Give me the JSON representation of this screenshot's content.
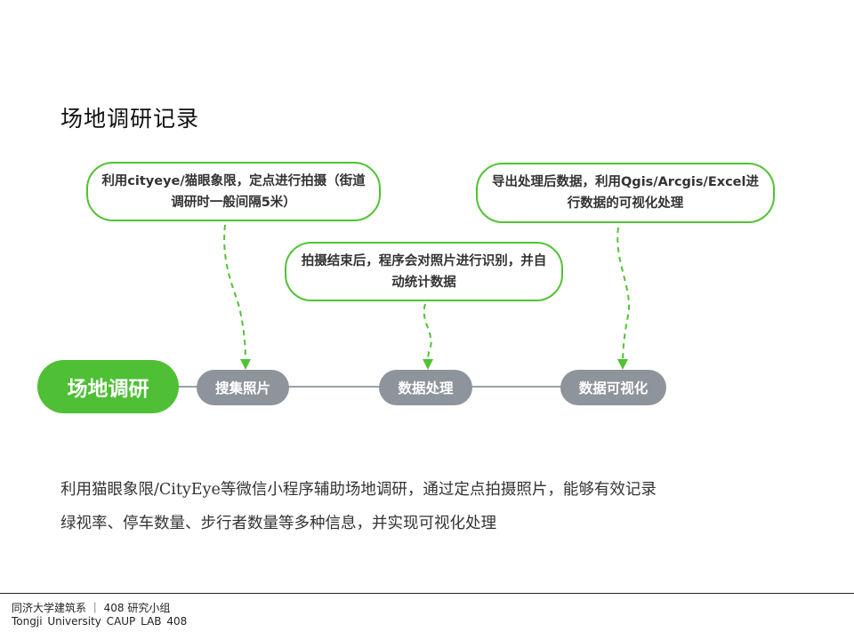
{
  "title": "场地调研记录",
  "diagram": {
    "main_node": "场地调研",
    "steps": [
      "搜集照片",
      "数据处理",
      "数据可视化"
    ],
    "callouts": [
      "利用cityeye/猫眼象限，定点进行拍摄（街道调研时一般间隔5米）",
      "拍摄结束后，程序会对照片进行识别，并自动统计数据",
      "导出处理后数据，利用Qgis/Arcgis/Excel进行数据的可视化处理"
    ],
    "colors": {
      "accent_green": "#4fbf36",
      "callout_border": "#52c234",
      "step_gray": "#8e949c",
      "connector_gray": "#9aa0a6"
    }
  },
  "description": [
    "利用猫眼象限/CityEye等微信小程序辅助场地调研，通过定点拍摄照片，能够有效记录",
    "绿视率、停车数量、步行者数量等多种信息，并实现可视化处理"
  ],
  "footer": {
    "line1": "同济大学建筑系 ｜ 408 研究小组",
    "line2": "Tongji University CAUP LAB 408"
  }
}
